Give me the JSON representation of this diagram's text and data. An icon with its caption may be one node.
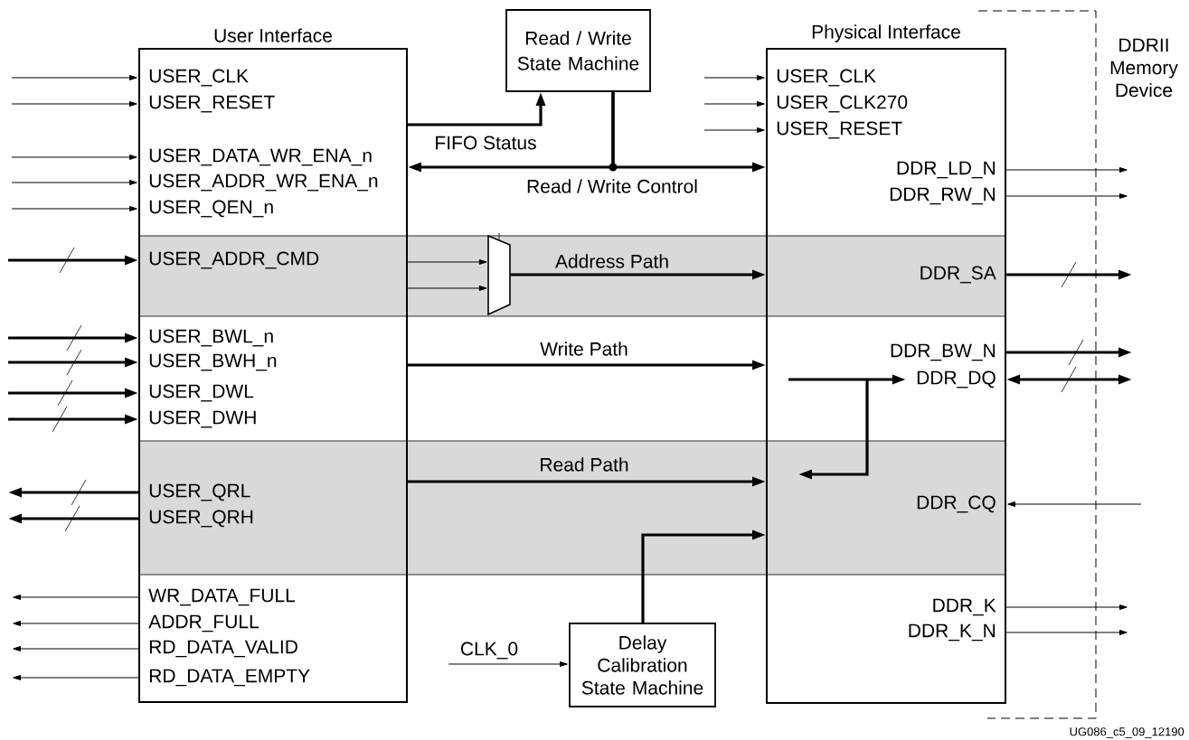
{
  "diagram": {
    "nodes": [
      {
        "text": [
          "User Interface"
        ]
      },
      {
        "text": [
          "USER_CLK"
        ],
        "in": 0
      },
      {
        "text": [
          "USER_RESET"
        ],
        "in": 0
      },
      {
        "text": [
          "USER_DATA_WR_ENA_n"
        ],
        "in": 0
      },
      {
        "text": [
          "USER_ADDR_WR_ENA_n"
        ],
        "in": 0
      },
      {
        "text": [
          "USER_QEN_n"
        ],
        "in": 0
      },
      {
        "text": [
          "USER_ADDR_CMD"
        ],
        "in": 0
      },
      {
        "text": [
          "USER_BWL_n"
        ],
        "in": 0
      },
      {
        "text": [
          "USER_BWH_n"
        ],
        "in": 0
      },
      {
        "text": [
          "USER_DWL"
        ],
        "in": 0
      },
      {
        "text": [
          "USER_DWH"
        ],
        "in": 0
      },
      {
        "text": [
          "USER_QRL"
        ],
        "in": 0
      },
      {
        "text": [
          "USER_QRH"
        ],
        "in": 0
      },
      {
        "text": [
          "WR_DATA_FULL"
        ],
        "in": 0
      },
      {
        "text": [
          "ADDR_FULL"
        ],
        "in": 0
      },
      {
        "text": [
          "RD_DATA_VALID"
        ],
        "in": 0
      },
      {
        "text": [
          "RD_DATA_EMPTY"
        ],
        "in": 0
      },
      {
        "text": [
          "Read / Write State Machine"
        ]
      },
      {
        "text": [],
        "shape": "trapezoid"
      },
      {
        "text": [
          "Physical Interface"
        ]
      },
      {
        "text": [
          "USER_CLK"
        ],
        "in": 19
      },
      {
        "text": [
          "USER_CLK270"
        ],
        "in": 19
      },
      {
        "text": [
          "USER_RESET"
        ],
        "in": 19
      },
      {
        "text": [
          "DDR_LD_N"
        ],
        "in": 19
      },
      {
        "text": [
          "DDR_RW_N"
        ],
        "in": 19
      },
      {
        "text": [
          "DDR_SA"
        ],
        "in": 19
      },
      {
        "text": [
          "DDR_BW_N"
        ],
        "in": 19
      },
      {
        "text": [
          "DDR_DQ"
        ],
        "in": 19
      },
      {
        "text": [
          "DDR_CQ"
        ],
        "in": 19
      },
      {
        "text": [
          "DDR_K"
        ],
        "in": 19
      },
      {
        "text": [
          "DDR_K_N"
        ],
        "in": 19
      },
      {
        "text": [
          "DDRII Memory Device"
        ]
      },
      {
        "text": [
          "CLK_0"
        ]
      },
      {
        "text": [
          "Delay Calibration State Machine"
        ]
      }
    ],
    "edges": [
      {
        "from": null,
        "to": 1,
        "arrow": "to"
      },
      {
        "from": null,
        "to": 2,
        "arrow": "to"
      },
      {
        "from": null,
        "to": 3,
        "arrow": "to"
      },
      {
        "from": null,
        "to": 4,
        "arrow": "to"
      },
      {
        "from": null,
        "to": 5,
        "arrow": "to"
      },
      {
        "from": null,
        "to": 6,
        "arrow": "to",
        "style": "thick"
      },
      {
        "from": null,
        "to": 7,
        "arrow": "to",
        "style": "thick"
      },
      {
        "from": null,
        "to": 8,
        "arrow": "to",
        "style": "thick"
      },
      {
        "from": null,
        "to": 9,
        "arrow": "to",
        "style": "thick"
      },
      {
        "from": null,
        "to": 10,
        "arrow": "to",
        "style": "thick"
      },
      {
        "from": 11,
        "to": null,
        "arrow": "to",
        "style": "thick"
      },
      {
        "from": 12,
        "to": null,
        "arrow": "to",
        "style": "thick"
      },
      {
        "from": 13,
        "to": null,
        "arrow": "to"
      },
      {
        "from": 14,
        "to": null,
        "arrow": "to"
      },
      {
        "from": 15,
        "to": null,
        "arrow": "to"
      },
      {
        "from": 16,
        "to": null,
        "arrow": "to"
      },
      {
        "from": 0,
        "to": 17,
        "arrow": "to",
        "style": "thick",
        "label": "FIFO Status"
      },
      {
        "from": 17,
        "to": 0,
        "arrow": "to",
        "style": "thick"
      },
      {
        "from": 17,
        "to": 19,
        "arrow": "to",
        "style": "thick",
        "label": "Read / Write Control"
      },
      {
        "from": 0,
        "to": 18,
        "arrow": "to"
      },
      {
        "from": 0,
        "to": 18,
        "arrow": "to"
      },
      {
        "from": 18,
        "to": 19,
        "arrow": "to",
        "style": "thick",
        "label": "Address Path"
      },
      {
        "from": 0,
        "to": 19,
        "arrow": "to",
        "style": "thick",
        "label": "Write Path"
      },
      {
        "from": 0,
        "to": 19,
        "arrow": "to",
        "style": "thick",
        "label": "Read Path"
      },
      {
        "from": null,
        "to": 20,
        "arrow": "to"
      },
      {
        "from": null,
        "to": 21,
        "arrow": "to"
      },
      {
        "from": null,
        "to": 22,
        "arrow": "to"
      },
      {
        "from": 23,
        "to": null,
        "arrow": "to"
      },
      {
        "from": 24,
        "to": null,
        "arrow": "to"
      },
      {
        "from": 25,
        "to": null,
        "arrow": "to",
        "style": "thick"
      },
      {
        "from": 26,
        "to": null,
        "arrow": "to",
        "style": "thick"
      },
      {
        "from": 27,
        "to": null,
        "arrow": "both",
        "style": "thick"
      },
      {
        "from": null,
        "to": 28,
        "arrow": "to"
      },
      {
        "from": 29,
        "to": null,
        "arrow": "to"
      },
      {
        "from": 30,
        "to": null,
        "arrow": "to"
      },
      {
        "from": null,
        "to": 27,
        "arrow": "to",
        "style": "thick"
      },
      {
        "from": 27,
        "to": null,
        "arrow": "to",
        "style": "thick"
      },
      {
        "from": 32,
        "to": 33,
        "arrow": "to"
      },
      {
        "from": 33,
        "to": 19,
        "arrow": "to",
        "style": "thick"
      }
    ],
    "labels": [
      "UG086_c5_09_12190"
    ]
  }
}
